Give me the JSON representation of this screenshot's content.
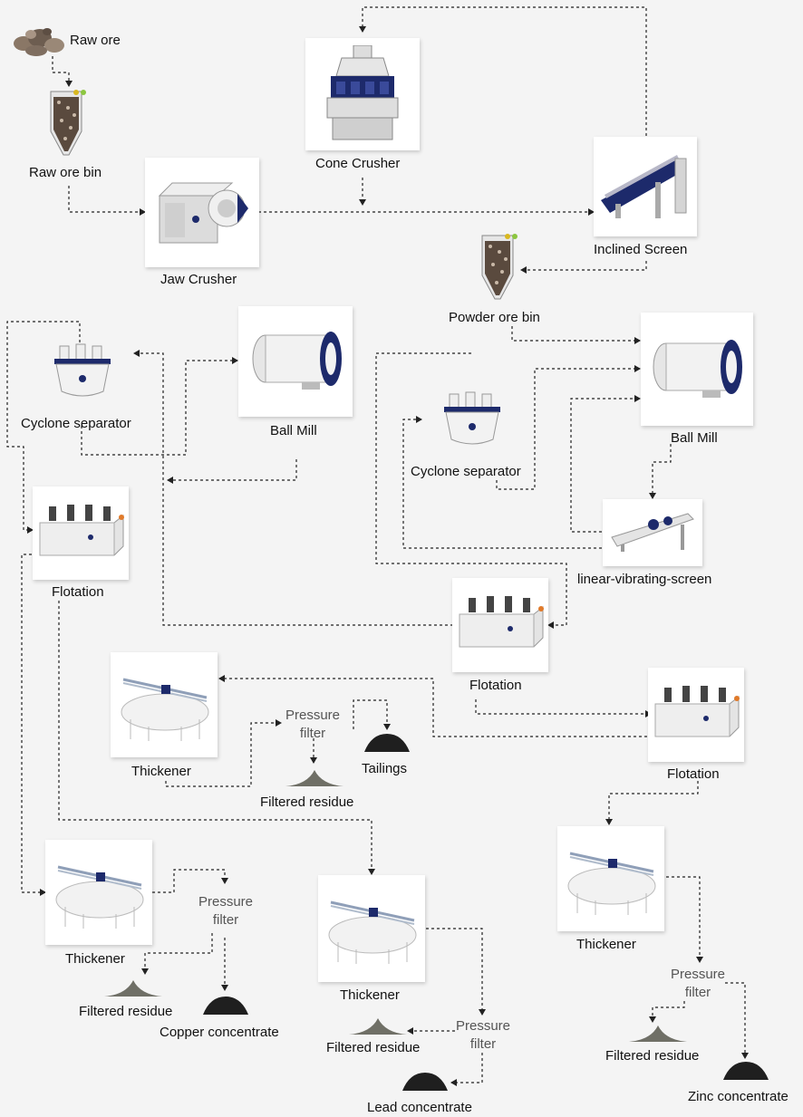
{
  "labels": {
    "raw_ore": "Raw ore",
    "raw_ore_bin": "Raw ore bin",
    "jaw_crusher": "Jaw Crusher",
    "cone_crusher": "Cone Crusher",
    "inclined_screen": "Inclined Screen",
    "powder_ore_bin": "Powder ore bin",
    "cyclone_separator_1": "Cyclone separator",
    "ball_mill_1": "Ball Mill",
    "cyclone_separator_2": "Cyclone separator",
    "ball_mill_2": "Ball Mill",
    "linear_vibrating_screen": "linear-vibrating-screen",
    "flotation_1": "Flotation",
    "flotation_2": "Flotation",
    "flotation_3": "Flotation",
    "thickener_tailings": "Thickener",
    "pressure_filter_tailings": "Pressure\nfilter",
    "tailings": "Tailings",
    "filtered_residue_tailings": "Filtered residue",
    "thickener_copper": "Thickener",
    "pressure_filter_copper": "Pressure\nfilter",
    "filtered_residue_copper": "Filtered residue",
    "copper_concentrate": "Copper concentrate",
    "thickener_lead": "Thickener",
    "pressure_filter_lead": "Pressure\nfilter",
    "filtered_residue_lead": "Filtered residue",
    "lead_concentrate": "Lead concentrate",
    "thickener_zinc": "Thickener",
    "pressure_filter_zinc": "Pressure\nfilter",
    "filtered_residue_zinc": "Filtered residue",
    "zinc_concentrate": "Zinc concentrate"
  },
  "colors": {
    "background": "#f4f4f4",
    "flow_line": "#222222",
    "machine_navy": "#1d2a6b",
    "residue_gray": "#6f6f66",
    "concentrate_black": "#1f1f1f",
    "ore_brown": "#7a6a5a"
  },
  "icons": [
    "raw-ore-icon",
    "ore-bin-icon",
    "jaw-crusher-icon",
    "cone-crusher-icon",
    "inclined-screen-icon",
    "cyclone-separator-icon",
    "ball-mill-icon",
    "linear-vibrating-screen-icon",
    "flotation-cell-icon",
    "thickener-icon",
    "residue-pile-icon",
    "concentrate-pile-icon"
  ]
}
